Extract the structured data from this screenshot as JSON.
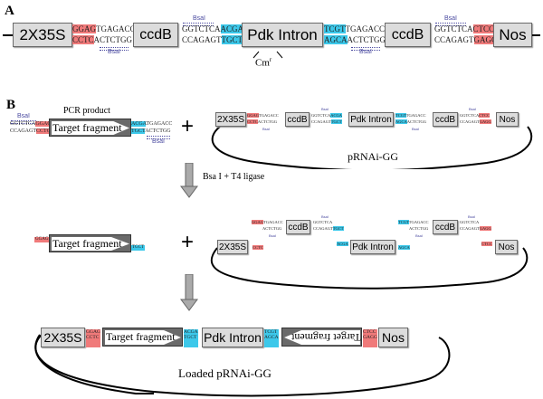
{
  "panels": {
    "a_label": "A",
    "b_label": "B"
  },
  "elements": {
    "promoter": "2X35S",
    "ccdb": "ccdB",
    "intron": "Pdk Intron",
    "terminator": "Nos",
    "target": "Target fragment",
    "bsai": "BsaI",
    "cmr_base": "Cm",
    "cmr_sup": "r"
  },
  "sequences": {
    "ggag": "GGAG",
    "cctc": "CCTC",
    "acga": "ACGA",
    "tgct": "TGCT",
    "tcgt": "TCGT",
    "agca": "AGCA",
    "ctcc": "CTCC",
    "gagg": "GAGG",
    "tgagacc": "TGAGACC",
    "actctgg": "ACTCTGG",
    "ggtctca": "GGTCTCA",
    "ccagagt": "CCAGAGT"
  },
  "labels": {
    "pcr_product": "PCR product",
    "vector": "pRNAi-GG",
    "reaction": "Bsa I + T4 ligase",
    "loaded_vector": "Loaded pRNAi-GG",
    "plus": "+"
  },
  "colors": {
    "overhang_red": "#f07a7a",
    "overhang_blue": "#3cc8ea",
    "bsai_site": "#4a4aa0",
    "box_fill": "#dcdcdc",
    "fragment_fill": "#6a6a6a"
  }
}
